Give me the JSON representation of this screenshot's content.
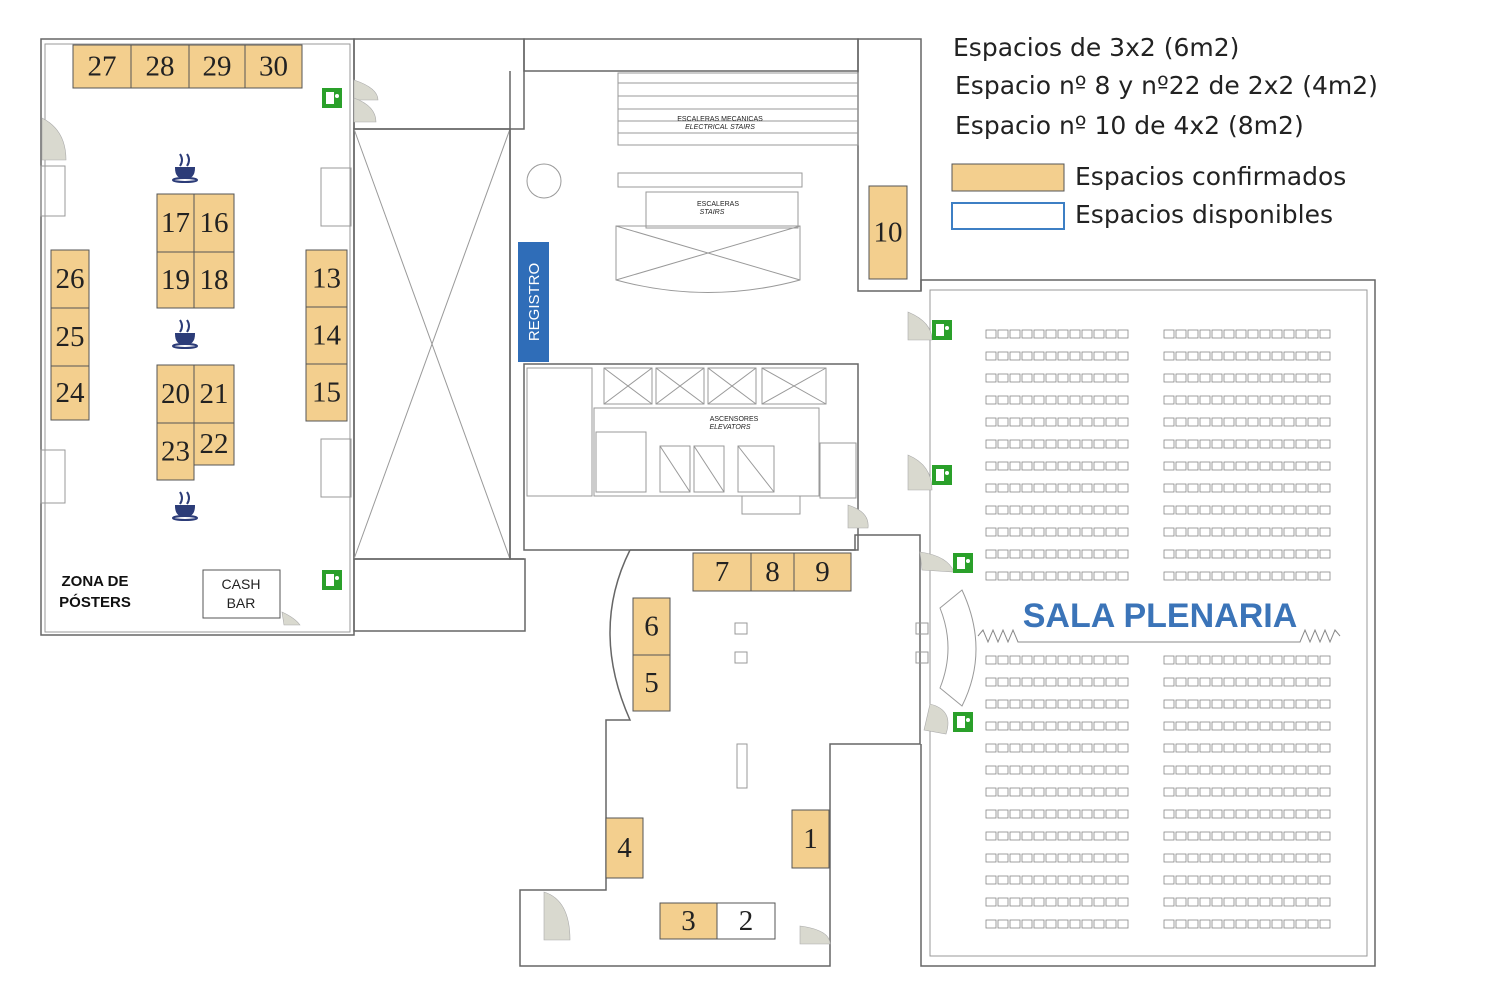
{
  "legend": {
    "lines": [
      "Espacios de 3x2 (6m2)",
      "Espacio nº 8  y nº22 de 2x2 (4m2)",
      "Espacio nº 10 de 4x2 (8m2)"
    ],
    "confirmed_label": "Espacios confirmados",
    "available_label": "Espacios disponibles",
    "confirmed_color": "#f3cf8e",
    "available_color": "#3d7fc4"
  },
  "labels": {
    "zona_line1": "ZONA DE",
    "zona_line2": "PÓSTERS",
    "cash_line1": "CASH",
    "cash_line2": "BAR",
    "registro": "REGISTRO",
    "sala_plenaria": "SALA PLENARIA",
    "escaleras_mecanicas": "ESCALERAS MECANICAS",
    "electrical_stairs": "ELECTRICAL STAIRS",
    "escaleras": "ESCALERAS",
    "stairs": "STAIRS",
    "ascensores": "ASCENSORES",
    "elevators": "ELEVATORS"
  },
  "stands": [
    {
      "num": "1",
      "status": "confirmed"
    },
    {
      "num": "2",
      "status": "available"
    },
    {
      "num": "3",
      "status": "confirmed"
    },
    {
      "num": "4",
      "status": "confirmed"
    },
    {
      "num": "5",
      "status": "confirmed"
    },
    {
      "num": "6",
      "status": "confirmed"
    },
    {
      "num": "7",
      "status": "confirmed"
    },
    {
      "num": "8",
      "status": "confirmed"
    },
    {
      "num": "9",
      "status": "confirmed"
    },
    {
      "num": "10",
      "status": "confirmed"
    },
    {
      "num": "13",
      "status": "confirmed"
    },
    {
      "num": "14",
      "status": "confirmed"
    },
    {
      "num": "15",
      "status": "confirmed"
    },
    {
      "num": "16",
      "status": "confirmed"
    },
    {
      "num": "17",
      "status": "confirmed"
    },
    {
      "num": "18",
      "status": "confirmed"
    },
    {
      "num": "19",
      "status": "confirmed"
    },
    {
      "num": "20",
      "status": "confirmed"
    },
    {
      "num": "21",
      "status": "confirmed"
    },
    {
      "num": "22",
      "status": "confirmed"
    },
    {
      "num": "23",
      "status": "confirmed"
    },
    {
      "num": "24",
      "status": "confirmed"
    },
    {
      "num": "25",
      "status": "confirmed"
    },
    {
      "num": "26",
      "status": "confirmed"
    },
    {
      "num": "27",
      "status": "confirmed"
    },
    {
      "num": "28",
      "status": "confirmed"
    },
    {
      "num": "29",
      "status": "confirmed"
    },
    {
      "num": "30",
      "status": "confirmed"
    }
  ],
  "icons": {
    "coffee": "coffee-cup-icon",
    "exit": "emergency-exit-icon",
    "exit_color": "#2aa02a"
  }
}
